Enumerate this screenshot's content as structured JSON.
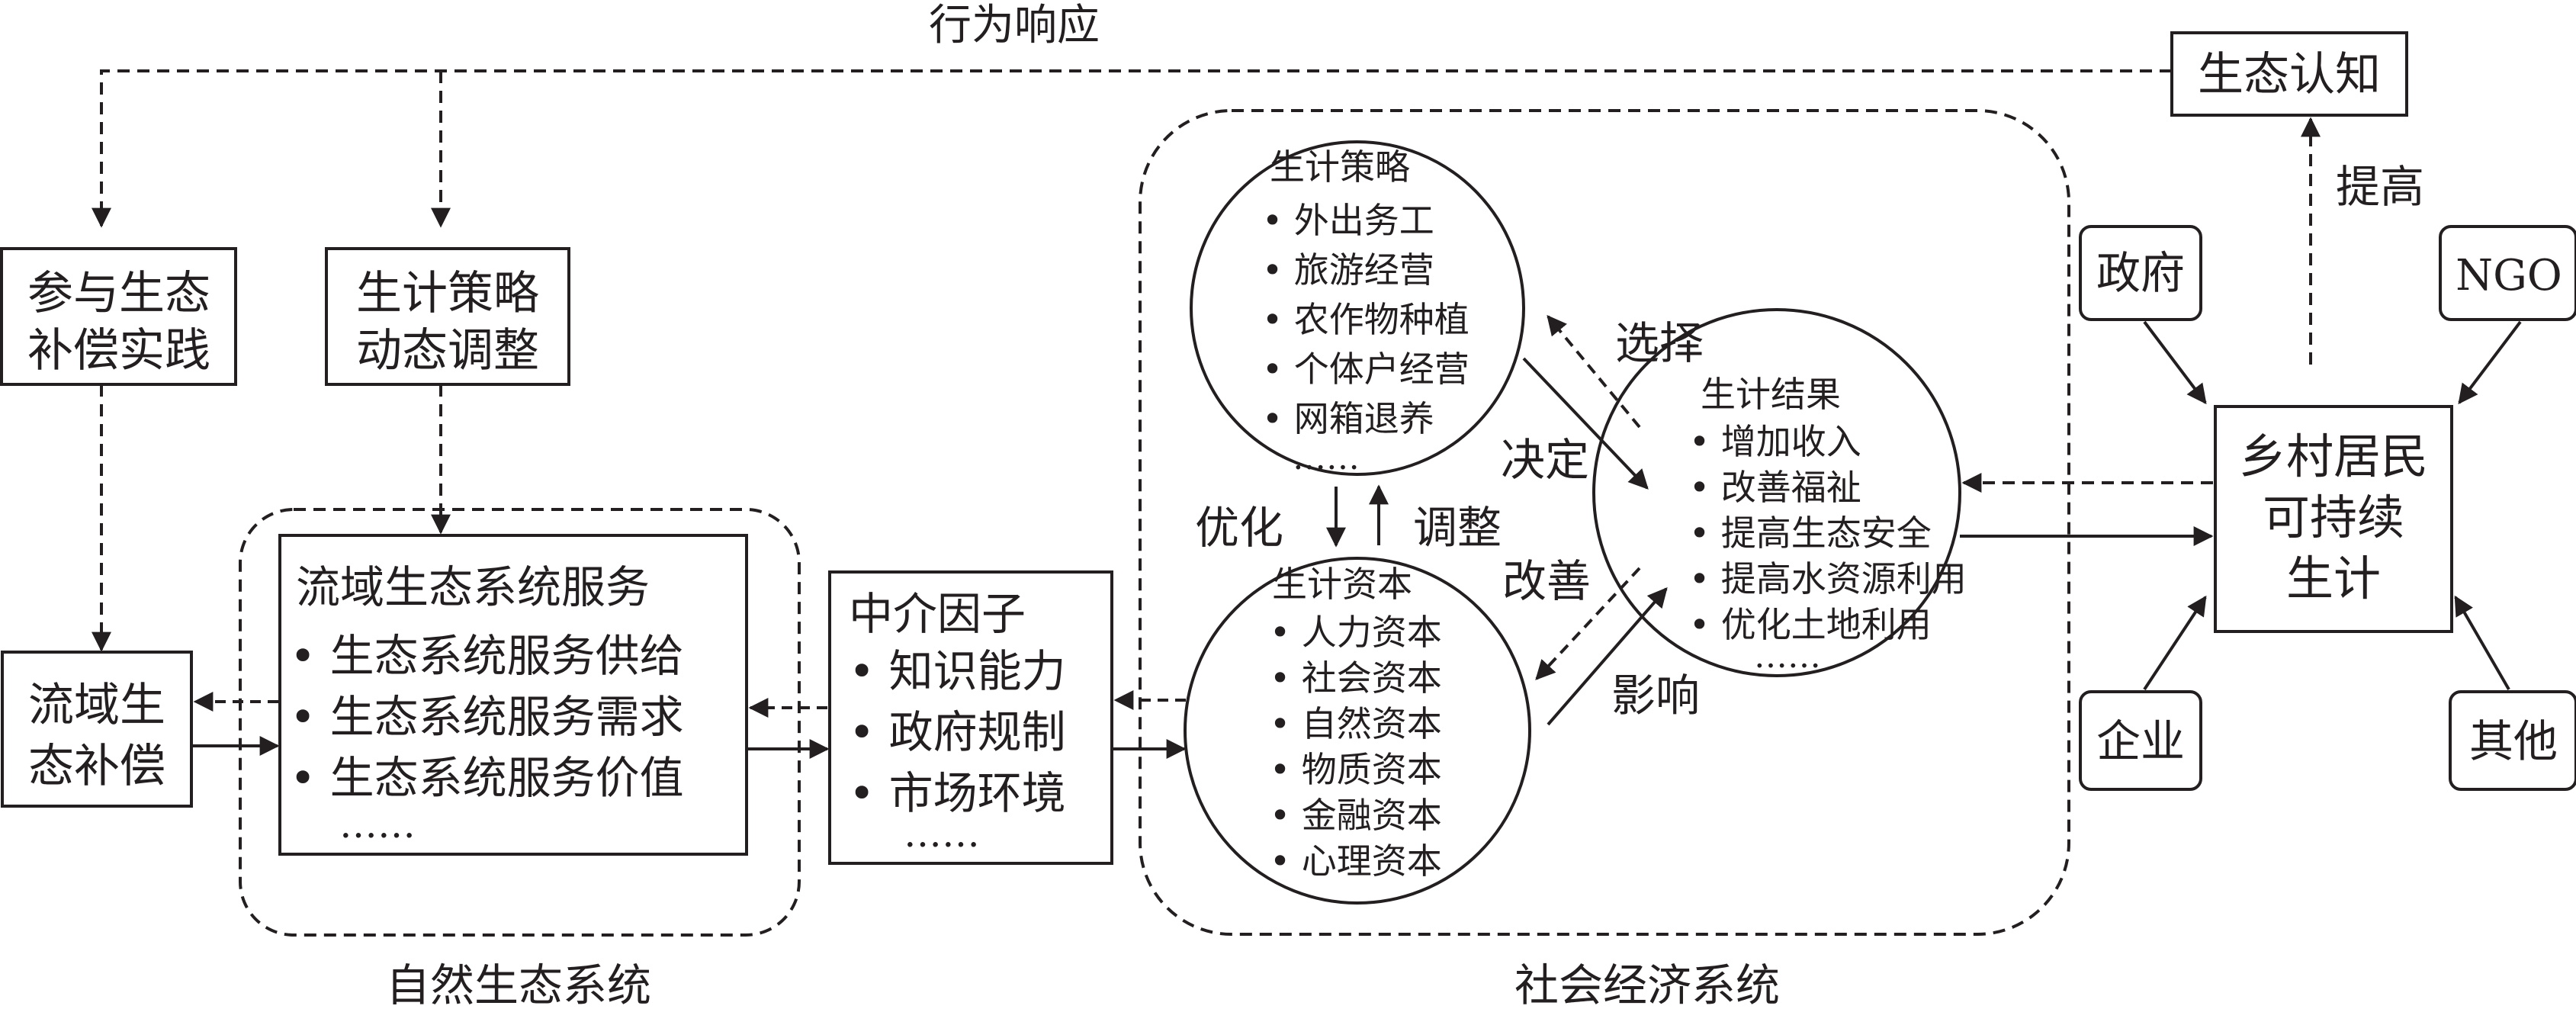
{
  "top_arrow_label": "行为响应",
  "eco_awareness": "生态认知",
  "raise_label": "提高",
  "participate_box": [
    "参与生态",
    "补偿实践"
  ],
  "strategy_adjust_box": [
    "生计策略",
    "动态调整"
  ],
  "basin_comp_box": [
    "流域生",
    "态补偿"
  ],
  "ess_box": {
    "title": "流域生态系统服务",
    "items": [
      "• 生态系统服务供给",
      "• 生态系统服务需求",
      "• 生态系统服务价值"
    ],
    "more": "……"
  },
  "mediator_box": {
    "title": "中介因子",
    "items": [
      "• 知识能力",
      "• 政府规制",
      "• 市场环境"
    ],
    "more": "……"
  },
  "strategy_circle": {
    "title": "生计策略",
    "items": [
      "• 外出务工",
      "• 旅游经营",
      "• 农作物种植",
      "• 个体户经营",
      "• 网箱退养"
    ],
    "more": "……"
  },
  "capital_circle": {
    "title": "生计资本",
    "items": [
      "• 人力资本",
      "• 社会资本",
      "• 自然资本",
      "• 物质资本",
      "• 金融资本",
      "• 心理资本"
    ]
  },
  "outcome_circle": {
    "title": "生计结果",
    "items": [
      "• 增加收入",
      "• 改善福祉",
      "• 提高生态安全",
      "• 提高水资源利用",
      "• 优化土地利用"
    ],
    "more": "……"
  },
  "edge_labels": {
    "select": "选择",
    "decide": "决定",
    "optimize": "优化",
    "adjust": "调整",
    "improve": "改善",
    "influence": "影响"
  },
  "actors": {
    "gov": "政府",
    "ngo": "NGO",
    "enterprise": "企业",
    "other": "其他"
  },
  "rural_box": [
    "乡村居民",
    "可持续",
    "生计"
  ],
  "system_labels": {
    "natural": "自然生态系统",
    "social": "社会经济系统"
  }
}
